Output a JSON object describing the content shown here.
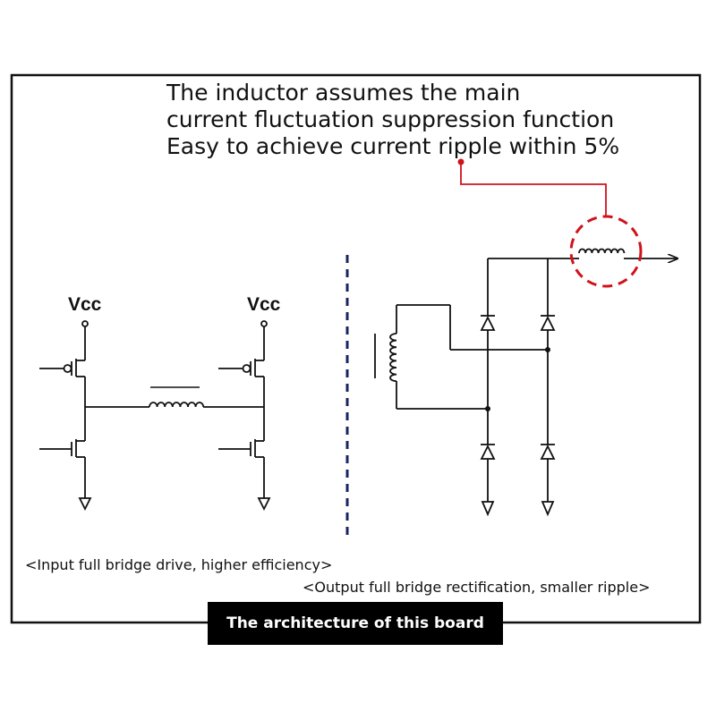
{
  "headline": {
    "line1": "The inductor assumes the main",
    "line2": "current fluctuation suppression function",
    "line3": "Easy to achieve current ripple within 5%"
  },
  "input_stage": {
    "vcc_left": "Vcc",
    "vcc_right": "Vcc",
    "note": "<Input full bridge drive, higher efficiency>"
  },
  "output_stage": {
    "note": "<Output full bridge rectification, smaller ripple>"
  },
  "caption": "The architecture of this board",
  "colors": {
    "line": "#111111",
    "highlight": "#d0121b",
    "divider": "#1a2560",
    "caption_bg": "#000000",
    "caption_text": "#ffffff"
  }
}
